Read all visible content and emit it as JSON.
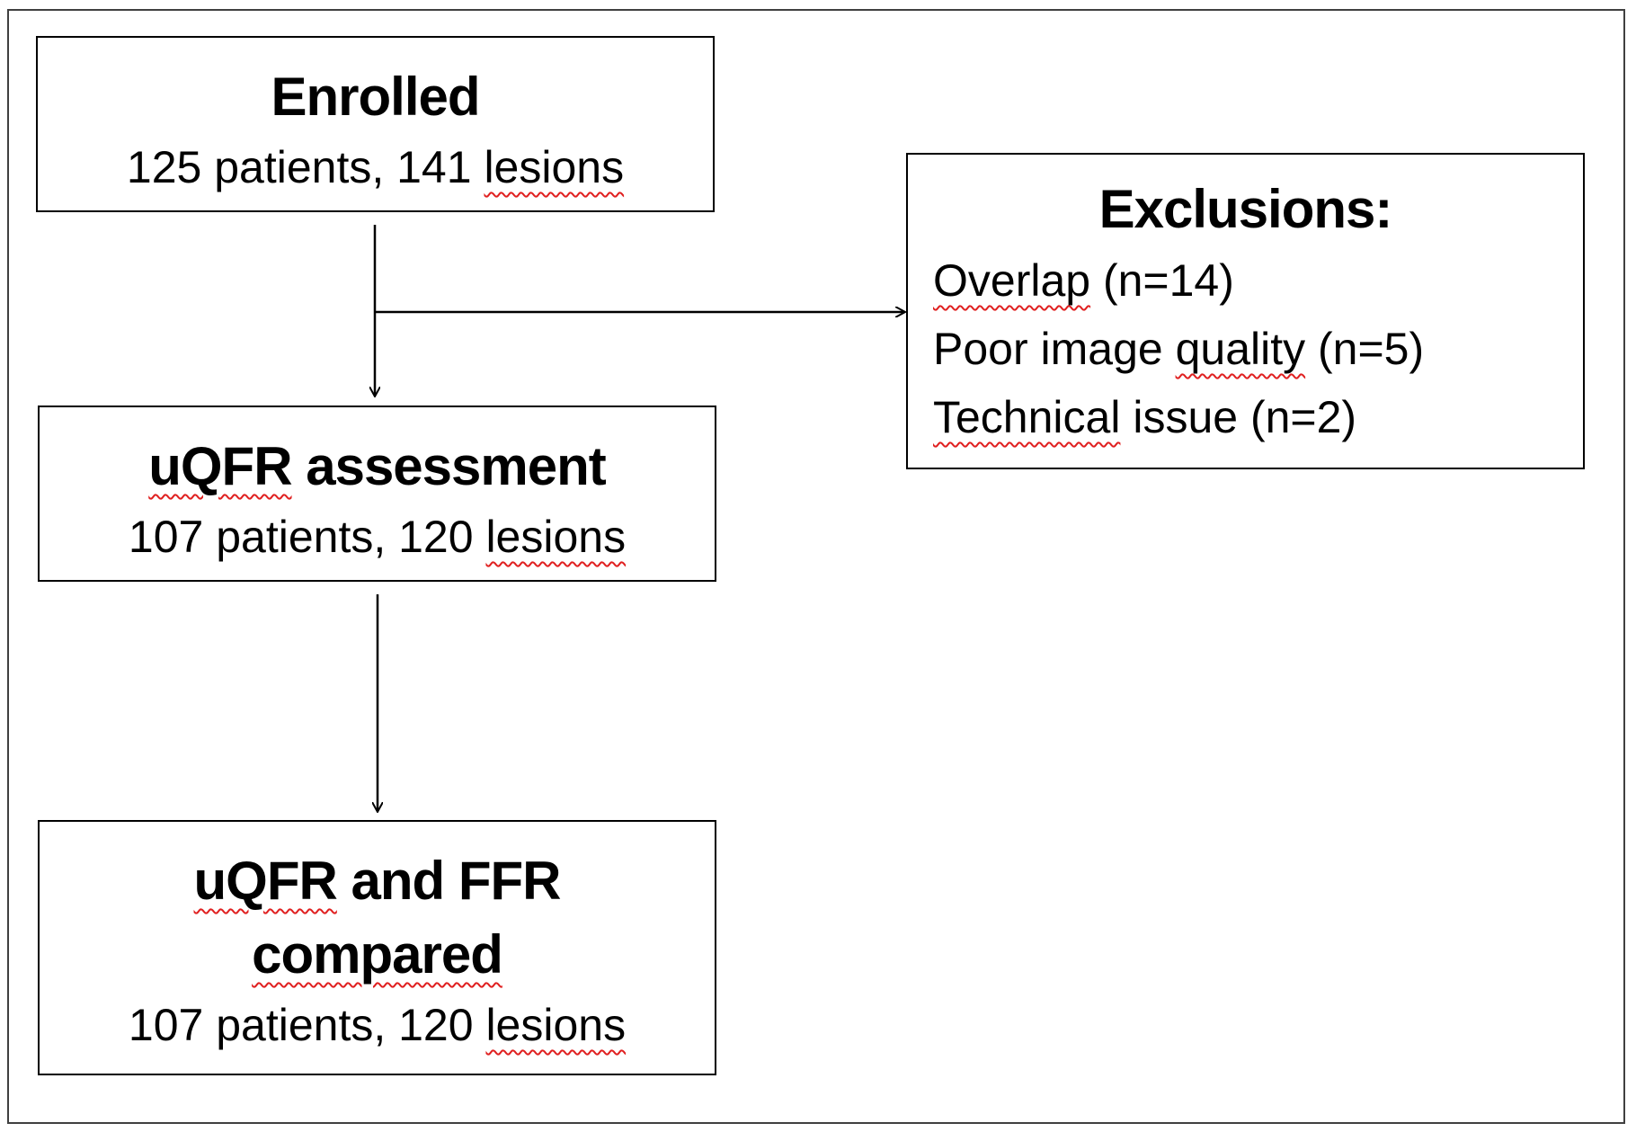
{
  "enrolled": {
    "title": "Enrolled",
    "detail_prefix": "125 patients, 141 ",
    "detail_suffix": "lesions"
  },
  "exclusions": {
    "title": "Exclusions:",
    "items": [
      {
        "word": "Overlap",
        "rest": " (n=14)"
      },
      {
        "lead": "Poor image ",
        "word": "quality",
        "rest": " (n=5)"
      },
      {
        "word": "Technical",
        "rest": " issue (n=2)"
      }
    ]
  },
  "assessment": {
    "title_word": "uQFR",
    "title_rest": " assessment",
    "detail_prefix": "107 patients, 120 ",
    "detail_suffix": "lesions"
  },
  "compared": {
    "title_word": "uQFR",
    "title_rest": " and FFR",
    "title_line2": "compared",
    "detail_prefix": "107 patients, 120 ",
    "detail_suffix": "lesions"
  },
  "colors": {
    "line": "#000000",
    "frame": "#404040",
    "spellcheck": "#e02020"
  }
}
